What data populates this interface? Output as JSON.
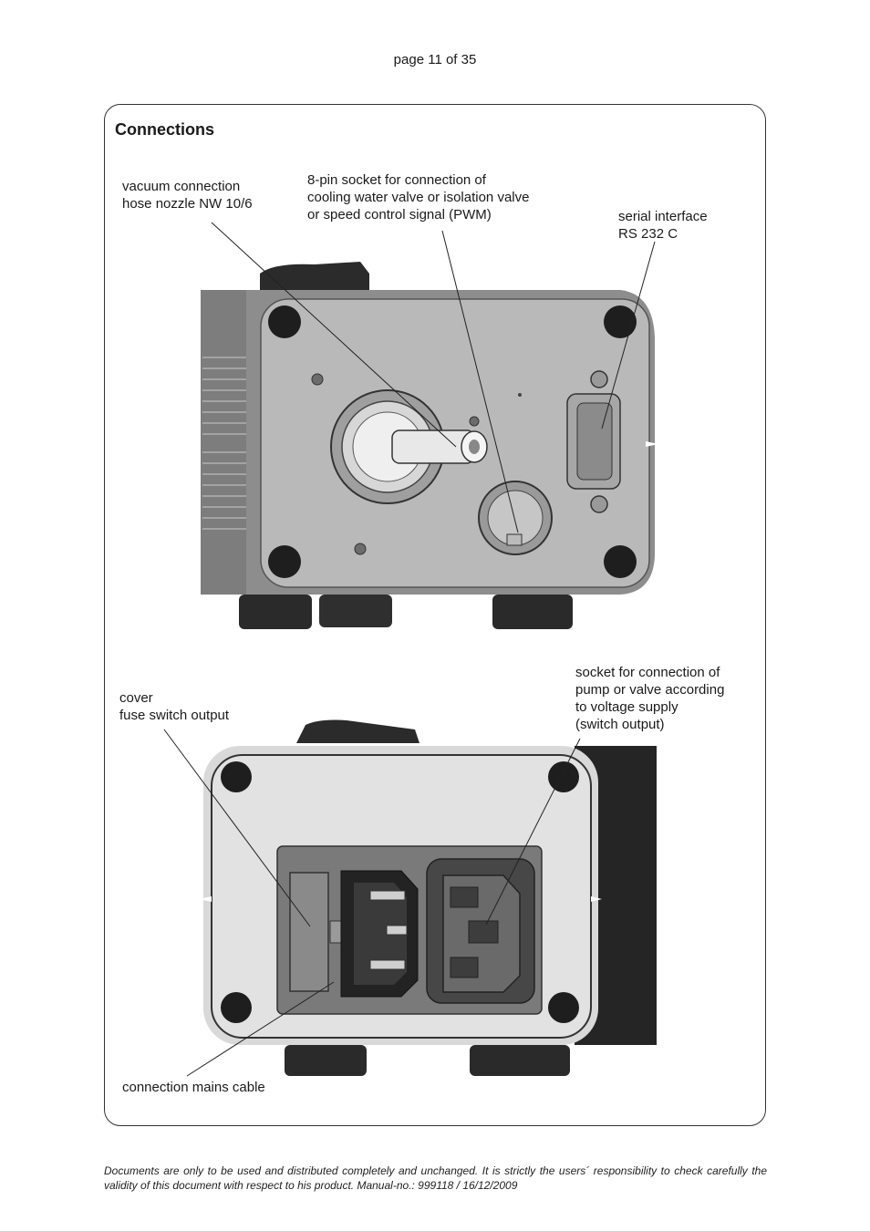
{
  "header": {
    "page_number": "page 11 of 35"
  },
  "section": {
    "title": "Connections"
  },
  "top_figure": {
    "labels": {
      "vacuum": "vacuum connection\nhose nozzle NW 10/6",
      "socket8": "8-pin socket for connection of\ncooling water valve or isolation valve\nor speed control signal (PWM)",
      "serial": "serial interface\nRS 232 C"
    }
  },
  "bottom_figure": {
    "labels": {
      "cover": "cover\nfuse switch output",
      "socket_pump": "socket for connection of\npump or valve according\nto voltage supply\n(switch output)",
      "mains": "connection mains cable"
    }
  },
  "footer": {
    "text": "Documents are only to be used and distributed completely and unchanged. It is strictly the users´ responsibility to check carefully the validity of this document with respect to his product. Manual-no.: 999118 / 16/12/2009"
  },
  "icons": [
    "vacuum-nozzle-icon",
    "din-socket-icon",
    "serial-port-icon",
    "iec-inlet-icon",
    "iec-outlet-icon",
    "fuse-cover-icon"
  ]
}
